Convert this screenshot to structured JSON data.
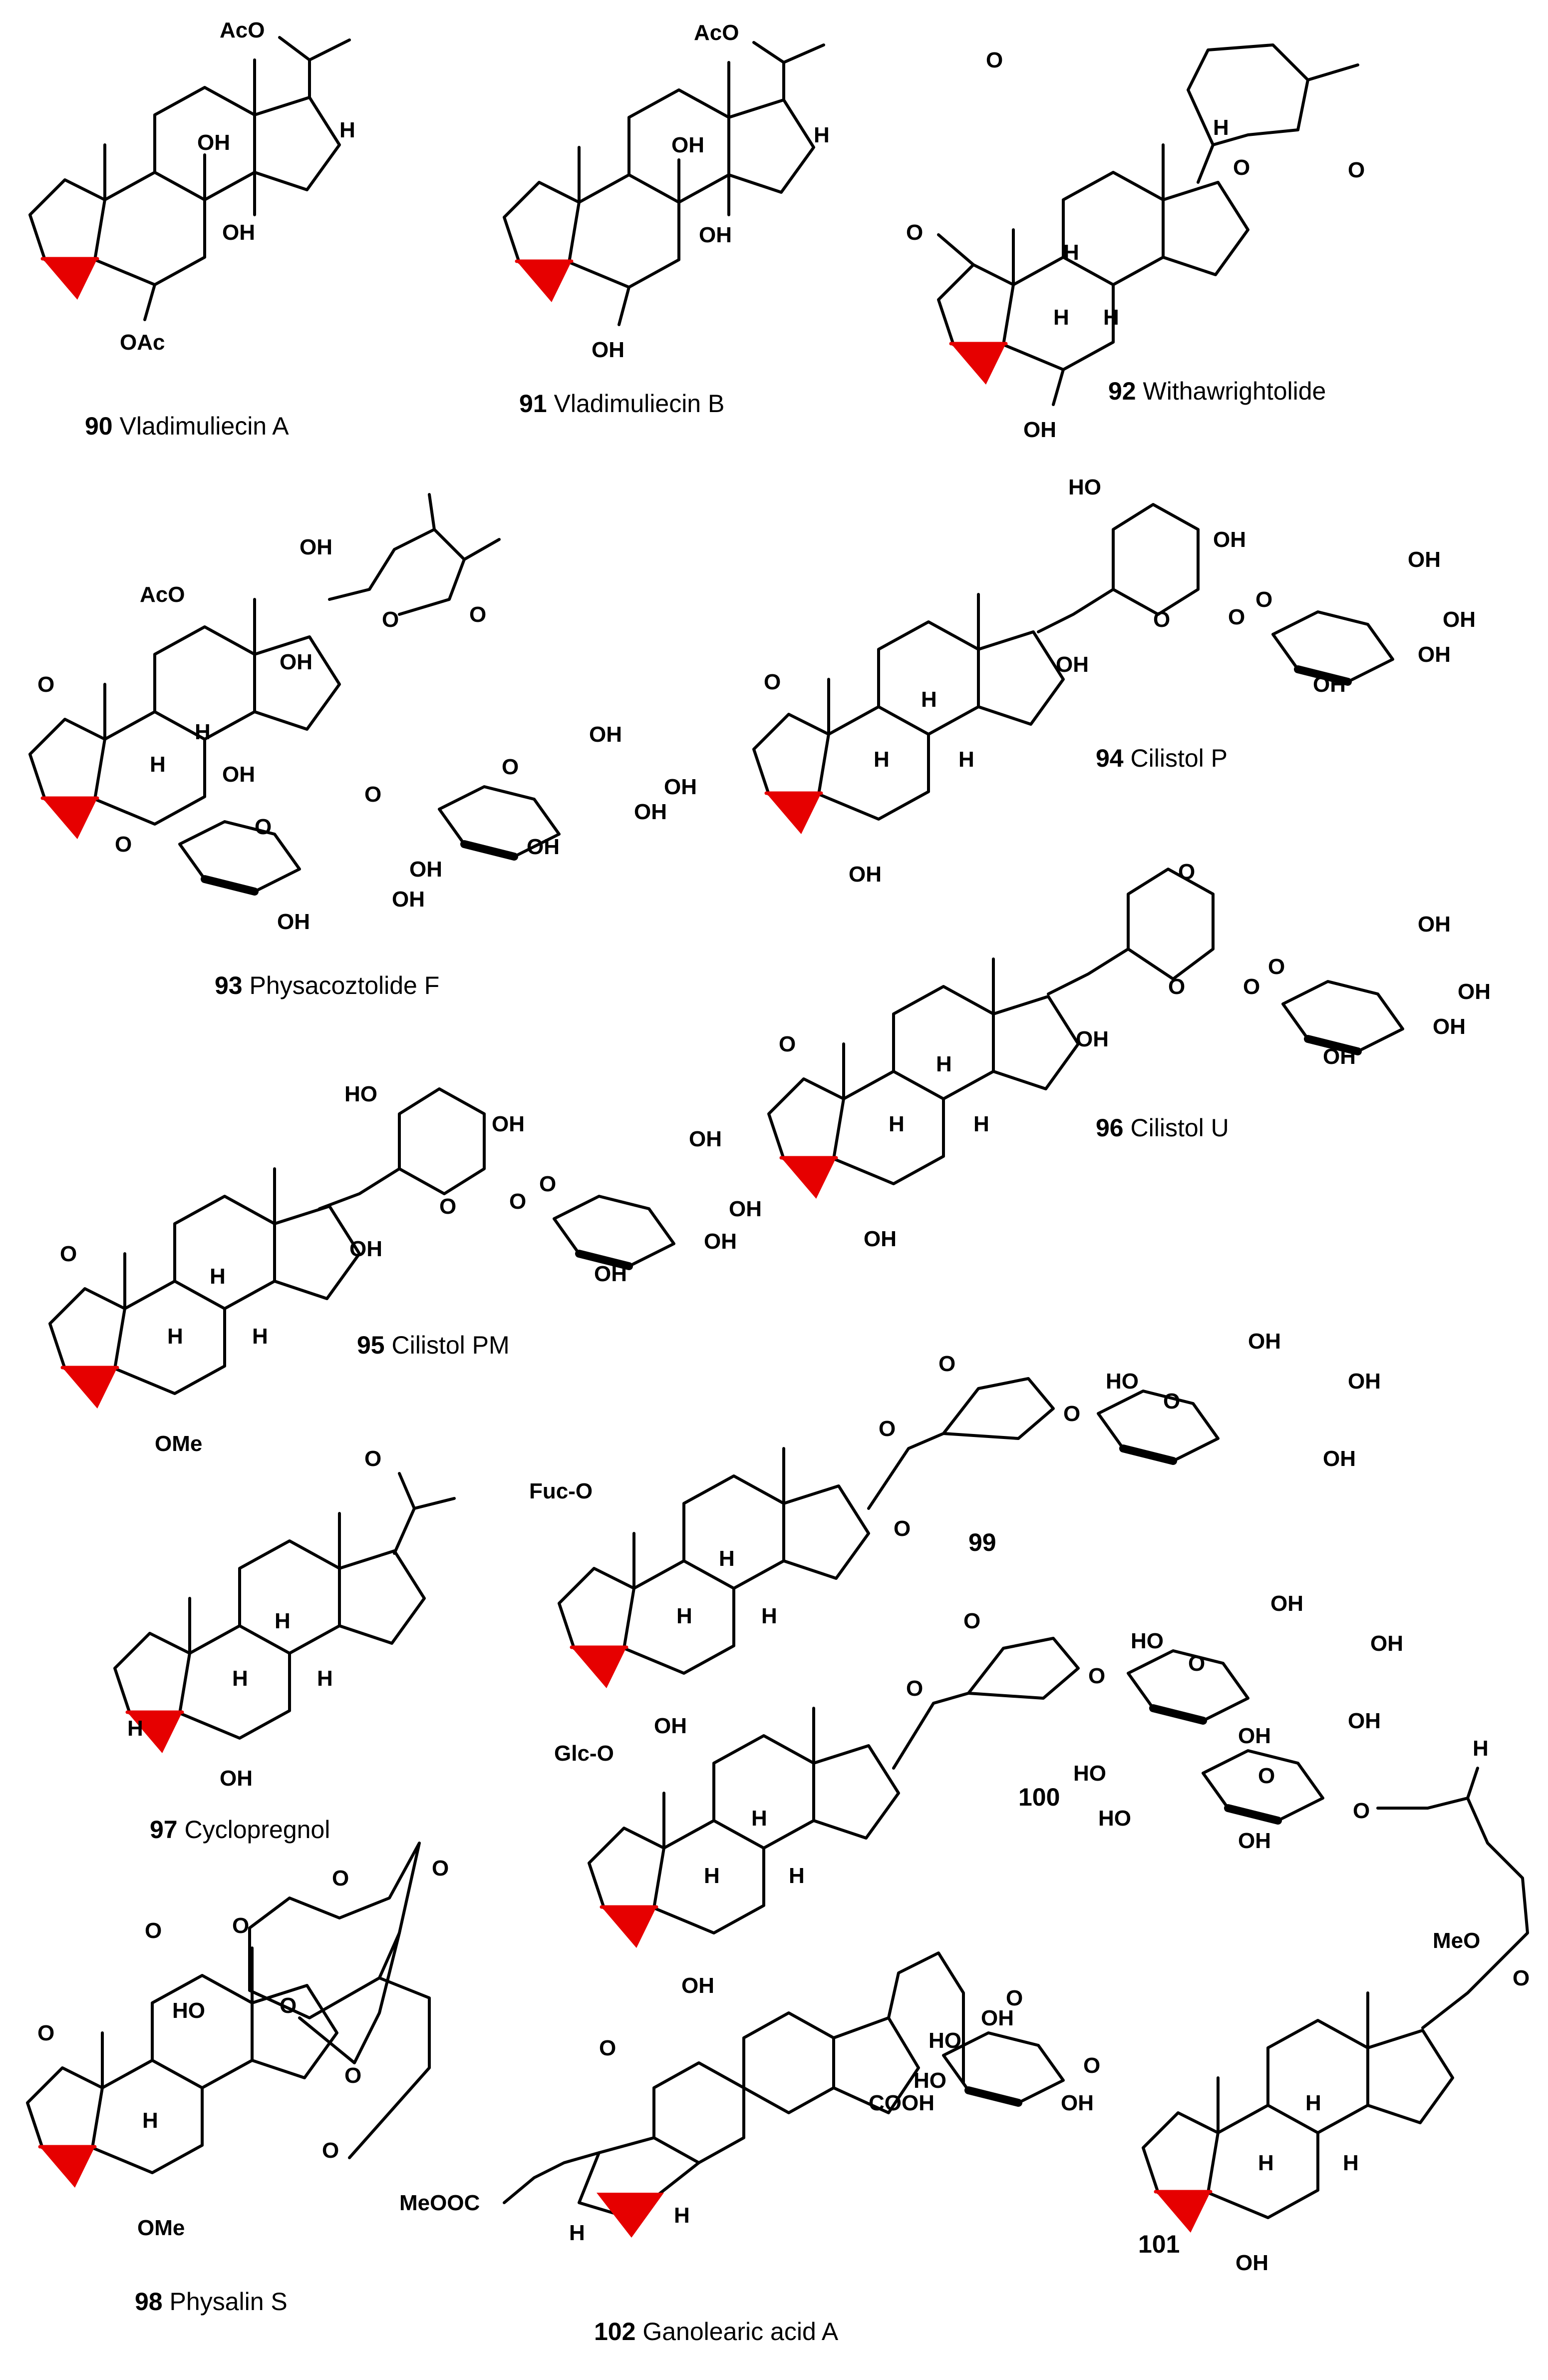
{
  "compounds": [
    {
      "number": "90",
      "name": "Vladimuliecin A"
    },
    {
      "number": "91",
      "name": "Vladimuliecin B"
    },
    {
      "number": "92",
      "name": "Withawrightolide"
    },
    {
      "number": "93",
      "name": "Physacoztolide F"
    },
    {
      "number": "94",
      "name": "Cilistol P"
    },
    {
      "number": "95",
      "name": "Cilistol PM"
    },
    {
      "number": "96",
      "name": "Cilistol U"
    },
    {
      "number": "97",
      "name": "Cyclopregnol"
    },
    {
      "number": "98",
      "name": "Physalin S"
    },
    {
      "number": "99",
      "name": ""
    },
    {
      "number": "100",
      "name": ""
    },
    {
      "number": "101",
      "name": ""
    },
    {
      "number": "102",
      "name": "Ganolearic acid A"
    }
  ],
  "atom_labels": {
    "oh": "OH",
    "h": "H",
    "o": "O",
    "oac": "OAc",
    "aco": "AcO",
    "ome": "OMe",
    "meo": "MeO",
    "ho": "HO",
    "fuc_o": "Fuc-O",
    "glc_o": "Glc-O",
    "meooc": "MeOOC",
    "cooh": "COOH"
  },
  "colors": {
    "bond": "#000000",
    "cyclopropane": "#e60000",
    "background": "#ffffff"
  }
}
